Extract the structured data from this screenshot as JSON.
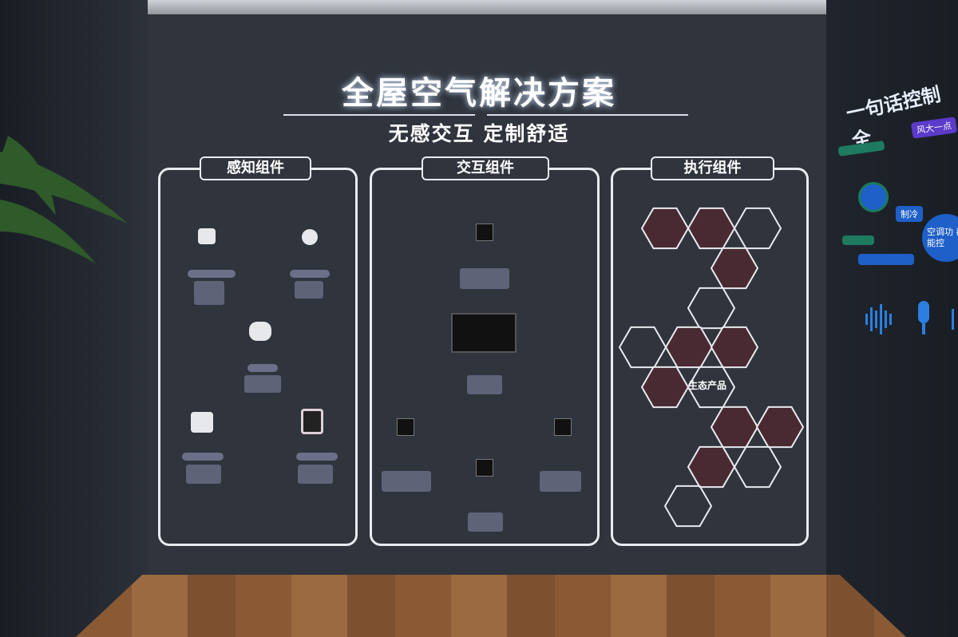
{
  "wall": {
    "title": "全屋空气解决方案",
    "subtitle": "无感交互  定制舒适",
    "panels": [
      {
        "label": "感知组件"
      },
      {
        "label": "交互组件"
      },
      {
        "label": "执行组件"
      }
    ],
    "ecosystem_label": "生态产品"
  },
  "side_wall": {
    "heading": "一句话控制全",
    "chips": [
      "风大一点",
      "制冷"
    ],
    "bubble": "空调功 都能控"
  },
  "colors": {
    "wall": "#2f343d",
    "line": "#e8ebef",
    "hex_fill": "#4a2a32",
    "chip_blue": "#1f5fc8",
    "chip_purple": "#5b3bc9"
  }
}
